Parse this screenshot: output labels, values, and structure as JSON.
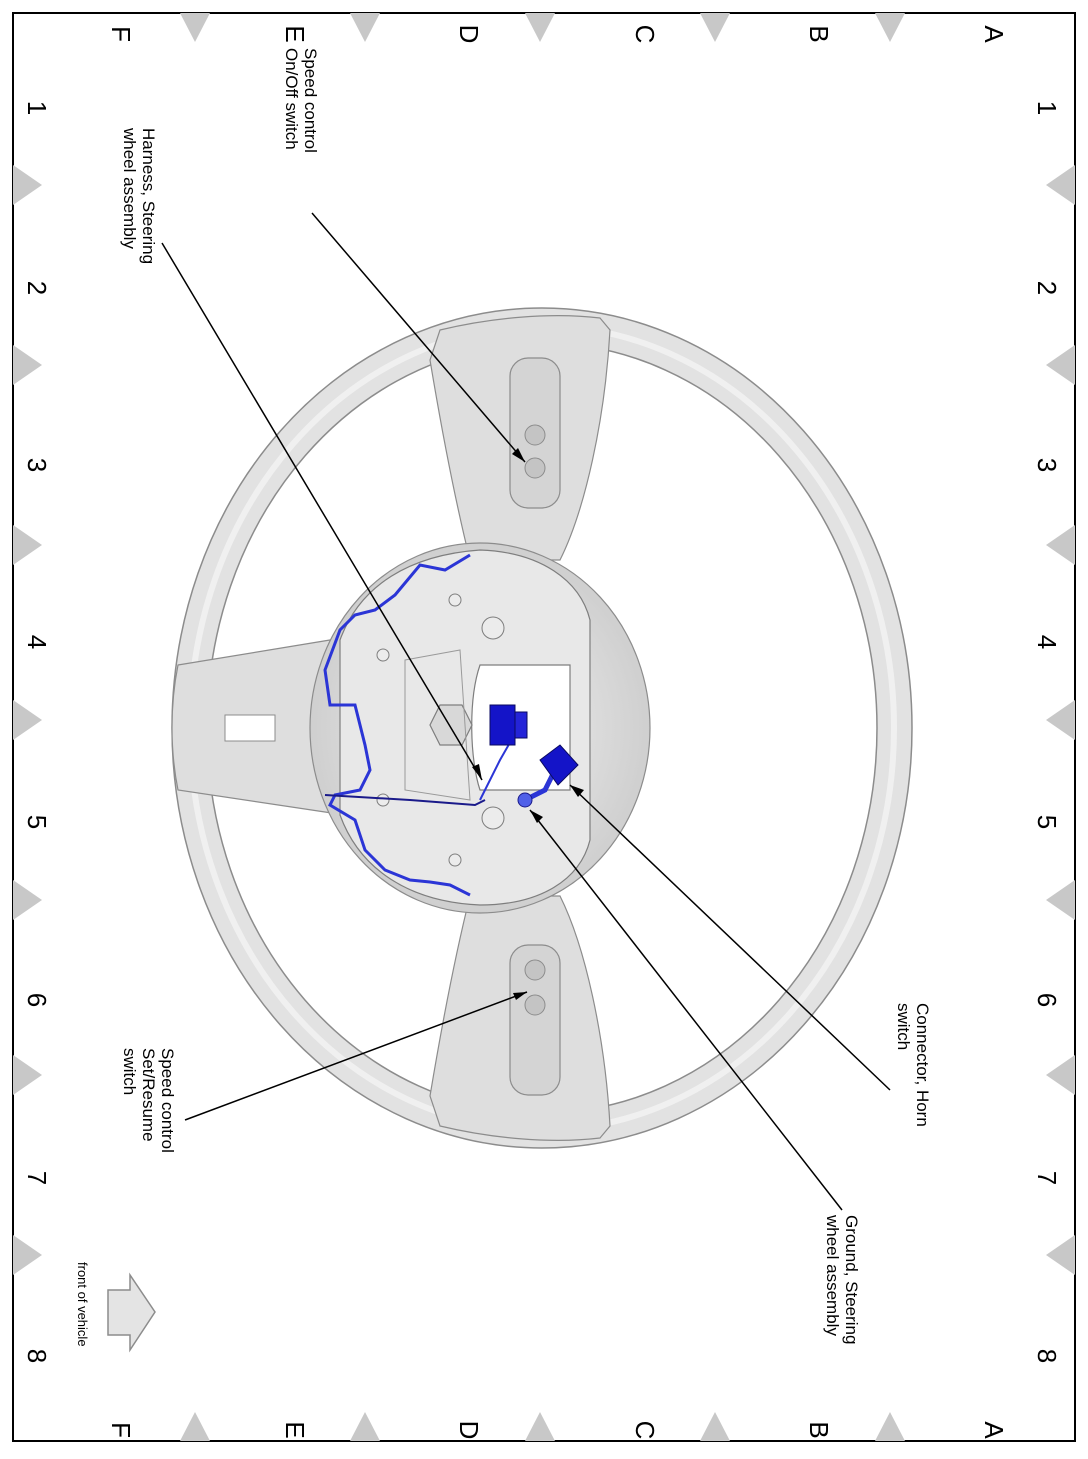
{
  "frame": {
    "columns": [
      "1",
      "2",
      "3",
      "4",
      "5",
      "6",
      "7",
      "8"
    ],
    "rows": [
      "A",
      "B",
      "C",
      "D",
      "E",
      "F"
    ]
  },
  "callouts": {
    "speed_on_off": [
      "Speed control",
      "On/Off switch"
    ],
    "harness": [
      "Harness, Steering",
      "wheel assembly"
    ],
    "set_resume": [
      "Speed control",
      "Set/Resume",
      "switch"
    ],
    "horn_connector": [
      "Connector, Horn",
      "switch"
    ],
    "ground": [
      "Ground, Steering",
      "wheel assembly"
    ]
  },
  "orientation": {
    "label": "front of vehicle",
    "icon": "arrow-icon"
  },
  "colors": {
    "wheel": "#e2e2e2",
    "wheel_shadow": "#c9c9c9",
    "harness": "#2b35d6",
    "connector": "#1414c8",
    "frame_marker": "#c8c8c8"
  }
}
